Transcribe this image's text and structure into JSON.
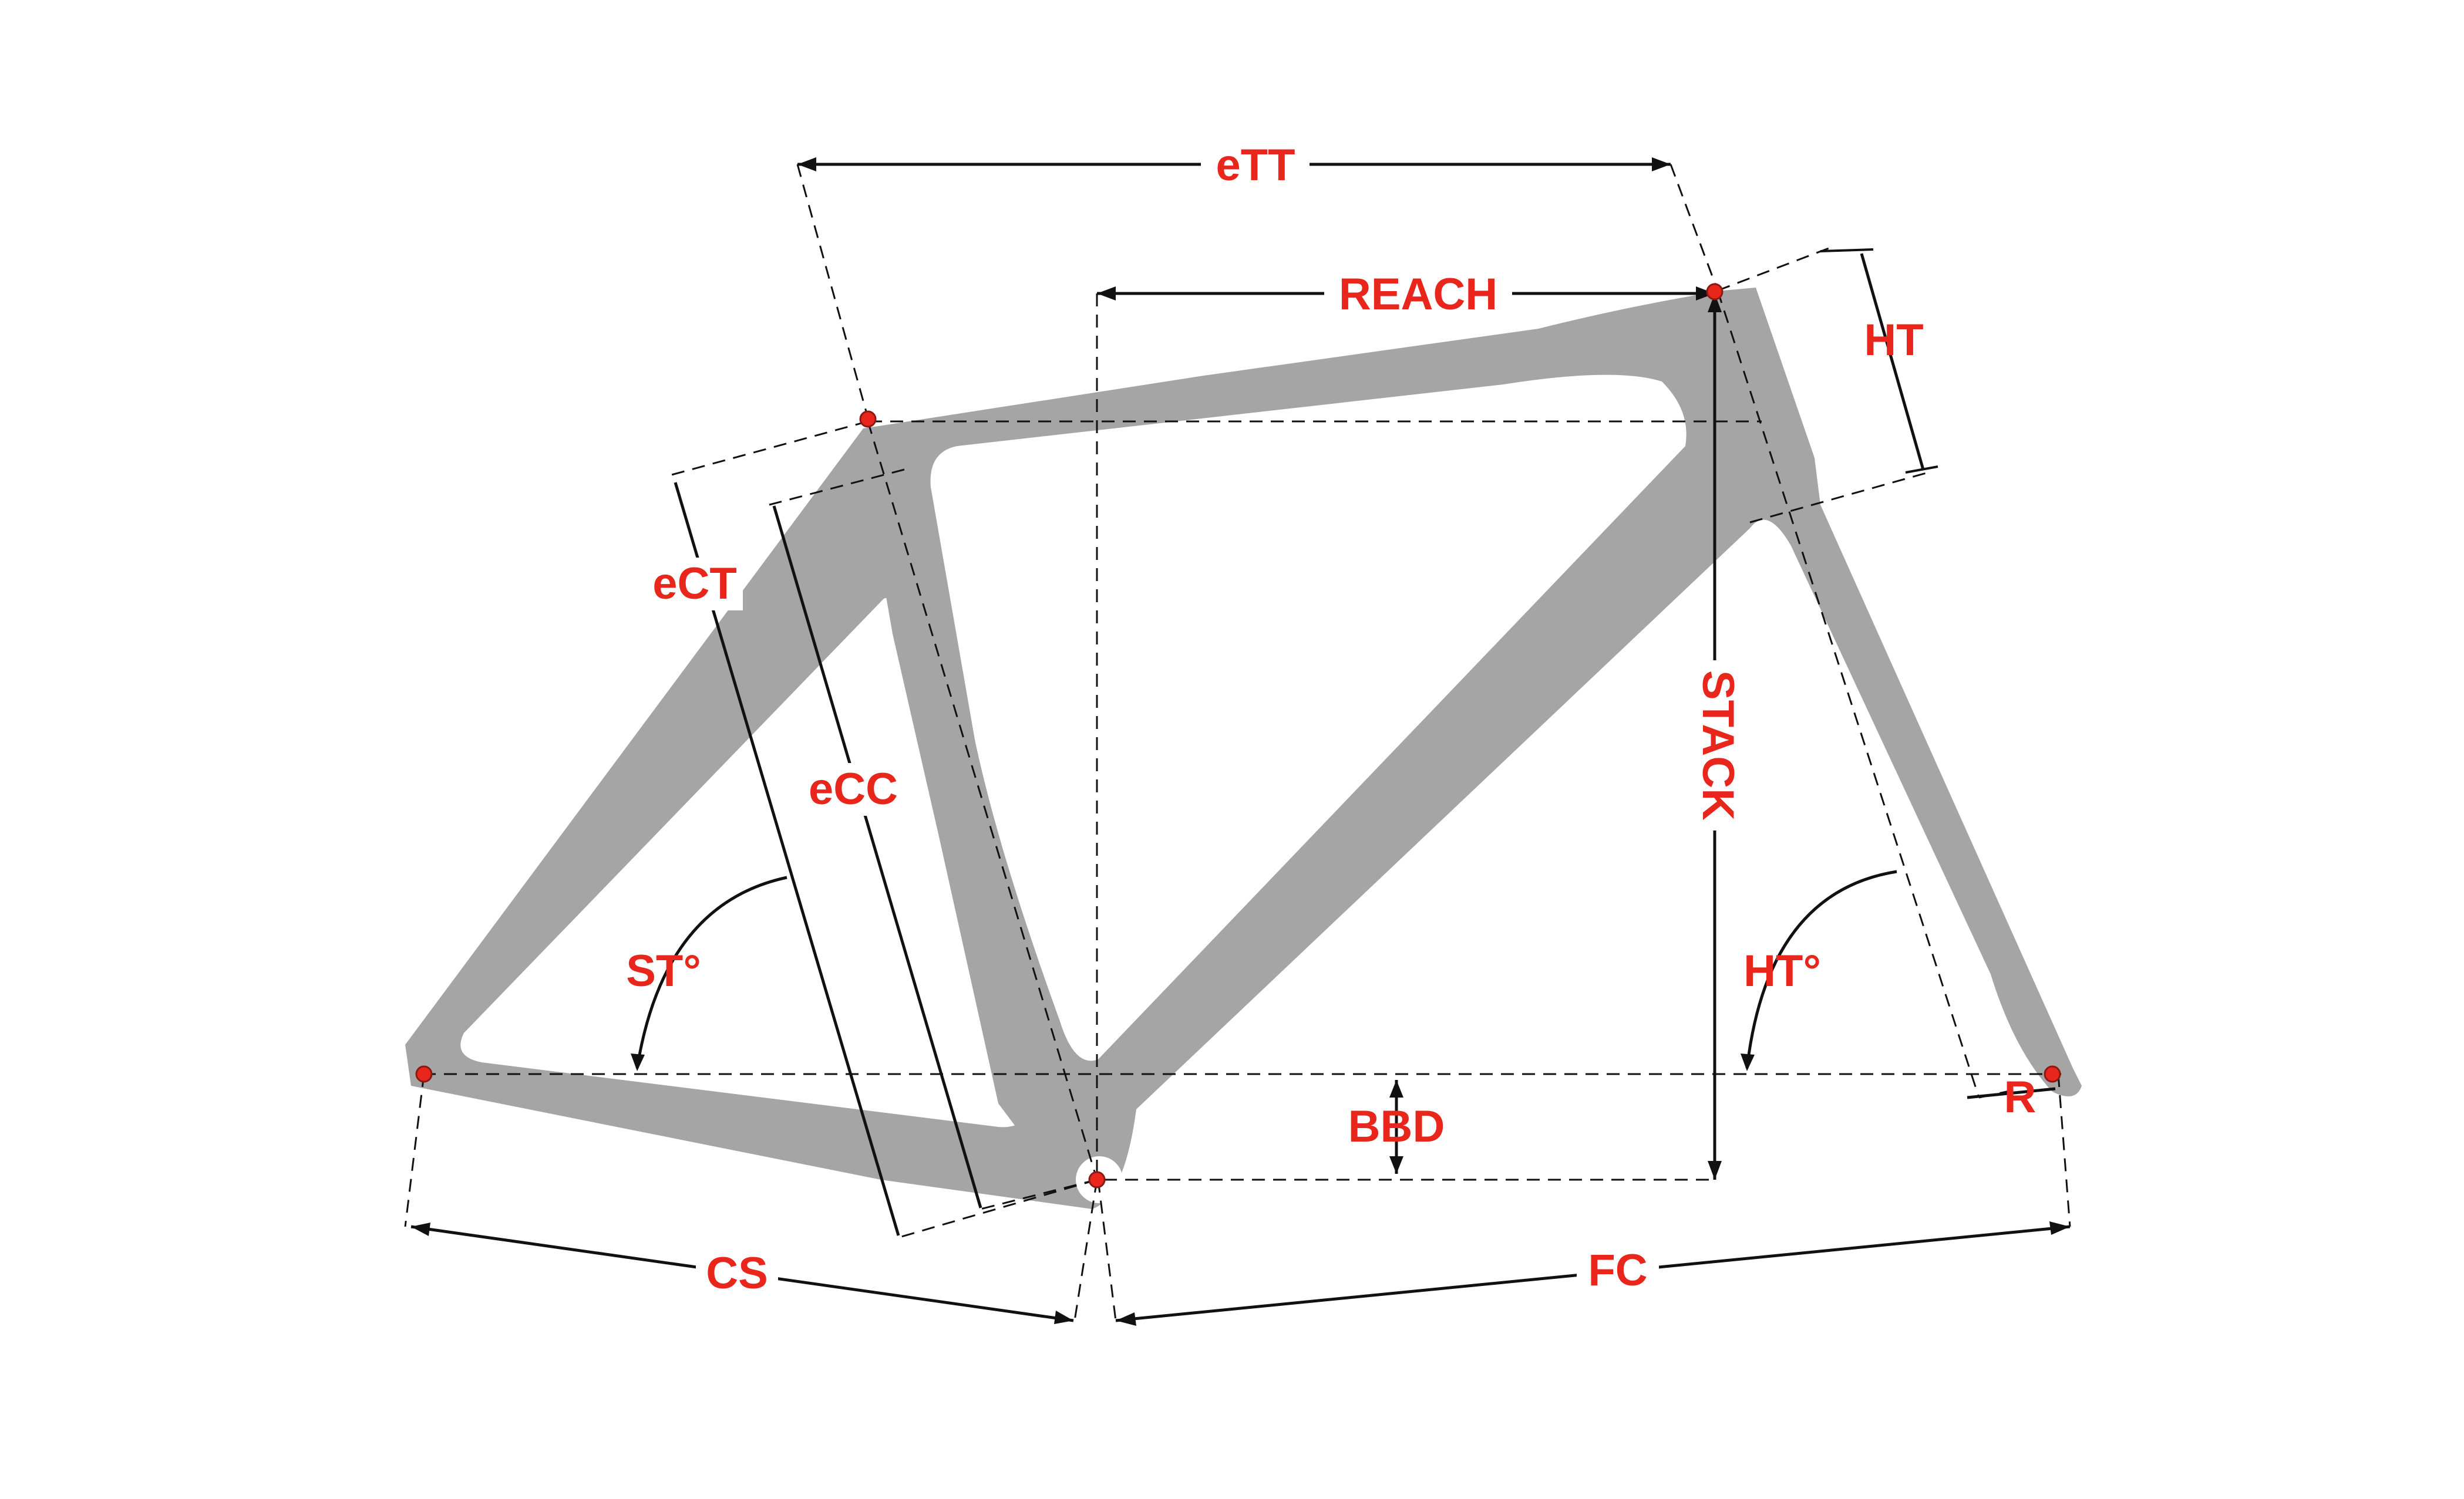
{
  "diagram": {
    "colors": {
      "frame": "#a5a5a5",
      "label": "#e8261c",
      "line": "#111111",
      "background": "#ffffff"
    },
    "labels": {
      "ett": "eTT",
      "reach": "REACH",
      "ht": "HT",
      "ect": "eCT",
      "ecc": "eCC",
      "stack": "STACK",
      "st_angle": "ST°",
      "ht_angle": "HT°",
      "bbd": "BBD",
      "r": "R",
      "cs": "CS",
      "fc": "FC"
    }
  }
}
